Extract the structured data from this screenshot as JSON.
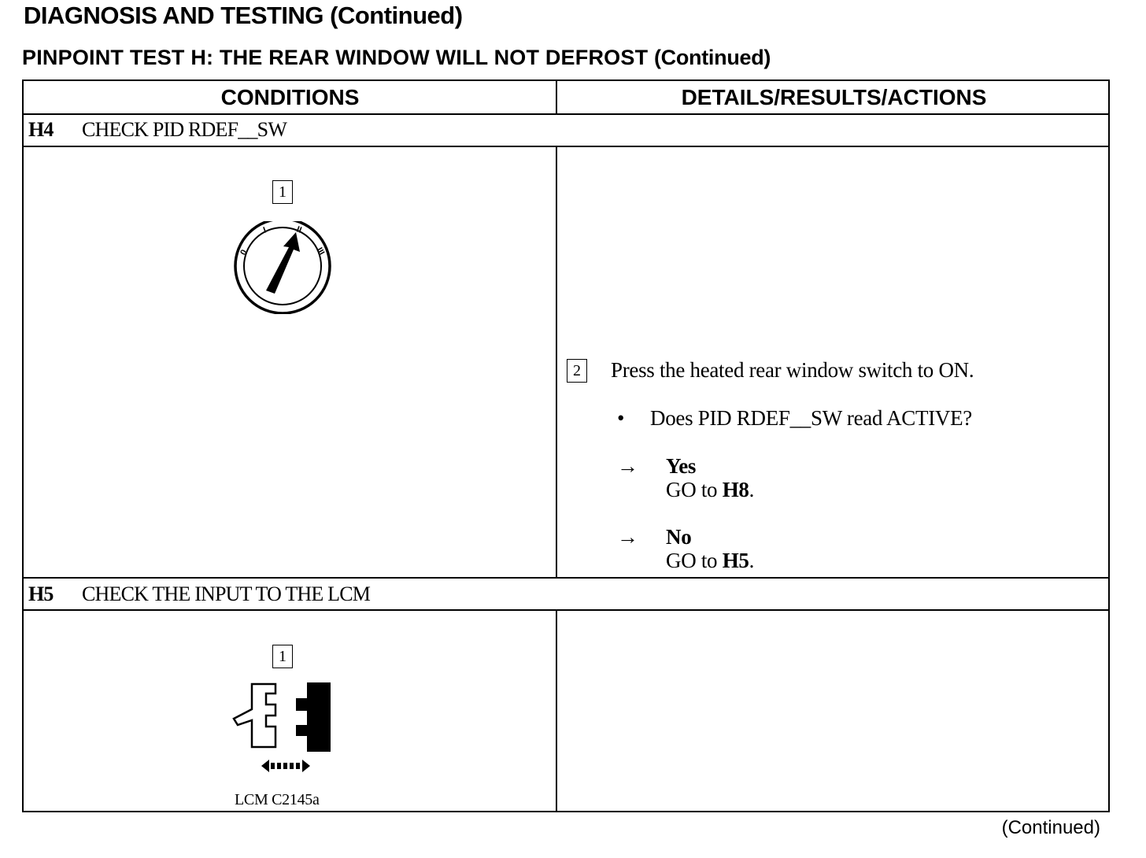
{
  "header": {
    "title": "DIAGNOSIS AND TESTING (Continued)",
    "test_title": "PINPOINT TEST H:  THE REAR WINDOW WILL NOT DEFROST",
    "test_title_suffix": "(Continued)"
  },
  "table": {
    "columns": [
      "CONDITIONS",
      "DETAILS/RESULTS/ACTIONS"
    ],
    "steps": [
      {
        "id": "H4",
        "title": "CHECK PID RDEF__SW",
        "condition_callout": "1",
        "details": {
          "callout": "2",
          "instruction": "Press the heated rear window switch to ON.",
          "bullet": "•",
          "question": "Does PID RDEF__SW read ACTIVE?",
          "outcomes": [
            {
              "arrow": "→",
              "answer": "Yes",
              "action_prefix": "GO to ",
              "action_target": "H8",
              "action_suffix": "."
            },
            {
              "arrow": "→",
              "answer": "No",
              "action_prefix": "GO to ",
              "action_target": "H5",
              "action_suffix": "."
            }
          ]
        },
        "ignition_labels": [
          "0",
          "I",
          "II",
          "III"
        ]
      },
      {
        "id": "H5",
        "title": "CHECK THE INPUT TO THE LCM",
        "condition_callout": "1",
        "connector_caption": "LCM C2145a"
      }
    ]
  },
  "footer": {
    "continued": "(Continued)"
  }
}
